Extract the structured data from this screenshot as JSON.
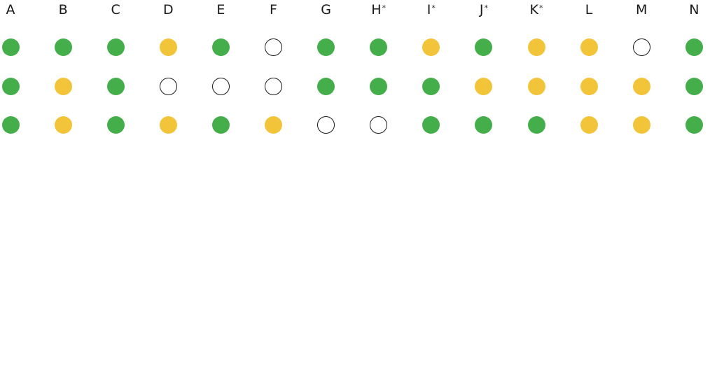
{
  "colors": {
    "green": "#43ae4a",
    "yellow": "#f2c43a",
    "empty": "#ffffff"
  },
  "columns": [
    {
      "label": "A",
      "mark": "",
      "states": [
        "green",
        "green",
        "green"
      ]
    },
    {
      "label": "B",
      "mark": "",
      "states": [
        "green",
        "yellow",
        "yellow"
      ]
    },
    {
      "label": "C",
      "mark": "",
      "states": [
        "green",
        "green",
        "green"
      ]
    },
    {
      "label": "D",
      "mark": "",
      "states": [
        "yellow",
        "empty",
        "yellow"
      ]
    },
    {
      "label": "E",
      "mark": "",
      "states": [
        "green",
        "empty",
        "green"
      ]
    },
    {
      "label": "F",
      "mark": "",
      "states": [
        "empty",
        "empty",
        "yellow"
      ]
    },
    {
      "label": "G",
      "mark": "",
      "states": [
        "green",
        "green",
        "empty"
      ]
    },
    {
      "label": "H",
      "mark": "*",
      "states": [
        "green",
        "green",
        "empty"
      ]
    },
    {
      "label": "I",
      "mark": "*",
      "states": [
        "yellow",
        "green",
        "green"
      ]
    },
    {
      "label": "J",
      "mark": "*",
      "states": [
        "green",
        "yellow",
        "green"
      ]
    },
    {
      "label": "K",
      "mark": "*",
      "states": [
        "yellow",
        "yellow",
        "green"
      ]
    },
    {
      "label": "L",
      "mark": "",
      "states": [
        "yellow",
        "yellow",
        "yellow"
      ]
    },
    {
      "label": "M",
      "mark": "",
      "states": [
        "empty",
        "yellow",
        "yellow"
      ]
    },
    {
      "label": "N",
      "mark": "",
      "states": [
        "green",
        "green",
        "green"
      ]
    }
  ]
}
